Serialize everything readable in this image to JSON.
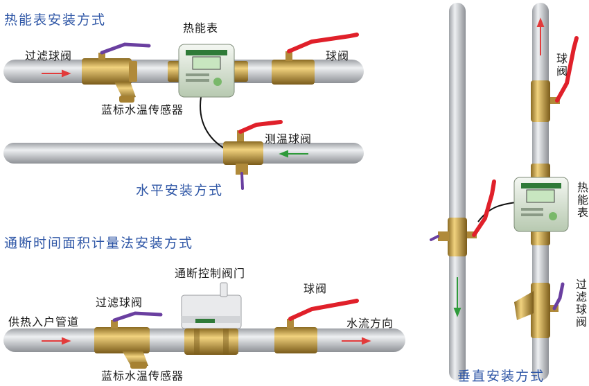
{
  "titles": {
    "heat_meter_install": "热能表安装方式",
    "horizontal_install": "水平安装方式",
    "time_area_install": "通断时间面积计量法安装方式",
    "vertical_install": "垂直安装方式"
  },
  "labels": {
    "filter_ball_valve_top": "过滤球阀",
    "heat_meter_top": "热能表",
    "ball_valve_top": "球阀",
    "blue_temp_sensor_top": "蓝标水温传感器",
    "temp_ball_valve": "测温球阀",
    "on_off_valve": "通断控制阀门",
    "filter_ball_valve_bottom": "过滤球阀",
    "ball_valve_bottom": "球阀",
    "heating_inlet_pipe": "供热入户管道",
    "water_flow_direction": "水流方向",
    "blue_temp_sensor_bottom": "蓝标水温传感器",
    "vertical_ball_valve": "球阀",
    "vertical_heat_meter": "热能表",
    "vertical_filter_ball_valve": "过滤球阀"
  },
  "colors": {
    "title": "#2e56a6",
    "pipe": "#c9cbcf",
    "brass": "#c9a24a",
    "handle_red": "#e0202a",
    "handle_purple": "#6a3fa0",
    "flow_red": "#e23b3b",
    "flow_green": "#2e9a3a",
    "meter_face": "#c8e6c0"
  },
  "icons": [
    "filter-ball-valve-icon",
    "heat-meter-icon",
    "ball-valve-icon",
    "temperature-ball-valve-icon",
    "on-off-control-valve-icon",
    "flow-arrow-icon"
  ]
}
